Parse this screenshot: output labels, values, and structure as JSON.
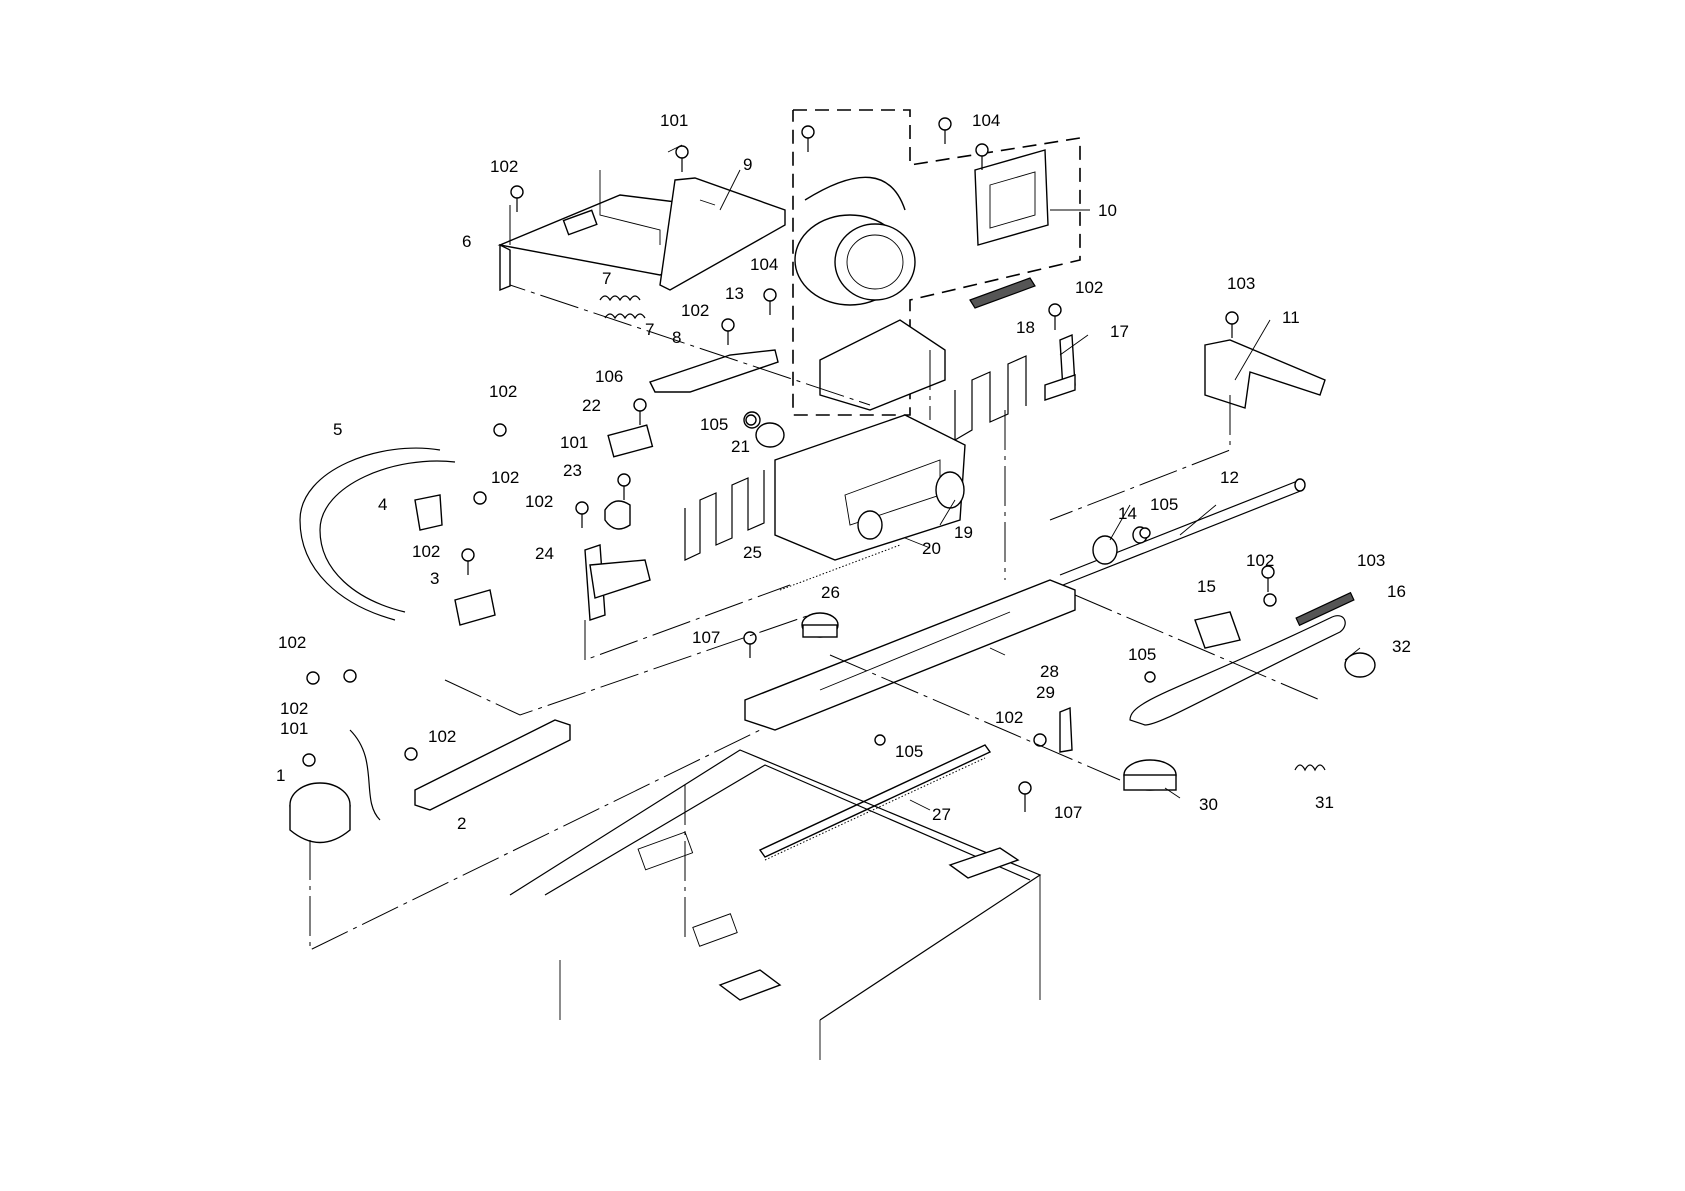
{
  "diagram": {
    "callouts": [
      {
        "id": "c101a",
        "text": "101"
      },
      {
        "id": "c9",
        "text": "9"
      },
      {
        "id": "c102a",
        "text": "102"
      },
      {
        "id": "c6",
        "text": "6"
      },
      {
        "id": "c7a",
        "text": "7"
      },
      {
        "id": "c7b",
        "text": "7"
      },
      {
        "id": "c104a",
        "text": "104"
      },
      {
        "id": "c104b",
        "text": "104"
      },
      {
        "id": "c10",
        "text": "10"
      },
      {
        "id": "c13",
        "text": "13"
      },
      {
        "id": "c102b",
        "text": "102"
      },
      {
        "id": "c8",
        "text": "8"
      },
      {
        "id": "c102c",
        "text": "102"
      },
      {
        "id": "c18",
        "text": "18"
      },
      {
        "id": "c17",
        "text": "17"
      },
      {
        "id": "c103a",
        "text": "103"
      },
      {
        "id": "c11",
        "text": "11"
      },
      {
        "id": "c106",
        "text": "106"
      },
      {
        "id": "c22",
        "text": "22"
      },
      {
        "id": "c105a",
        "text": "105"
      },
      {
        "id": "c21",
        "text": "21"
      },
      {
        "id": "c102d",
        "text": "102"
      },
      {
        "id": "c5",
        "text": "5"
      },
      {
        "id": "c102e",
        "text": "102"
      },
      {
        "id": "c4",
        "text": "4"
      },
      {
        "id": "c101b",
        "text": "101"
      },
      {
        "id": "c23",
        "text": "23"
      },
      {
        "id": "c102f",
        "text": "102"
      },
      {
        "id": "c19",
        "text": "19"
      },
      {
        "id": "c12",
        "text": "12"
      },
      {
        "id": "c14",
        "text": "14"
      },
      {
        "id": "c105b",
        "text": "105"
      },
      {
        "id": "c25",
        "text": "25"
      },
      {
        "id": "c20",
        "text": "20"
      },
      {
        "id": "c24",
        "text": "24"
      },
      {
        "id": "c102g",
        "text": "102"
      },
      {
        "id": "c3",
        "text": "3"
      },
      {
        "id": "c102h",
        "text": "102"
      },
      {
        "id": "c103b",
        "text": "103"
      },
      {
        "id": "c16",
        "text": "16"
      },
      {
        "id": "c15",
        "text": "15"
      },
      {
        "id": "c26",
        "text": "26"
      },
      {
        "id": "c32",
        "text": "32"
      },
      {
        "id": "c102i",
        "text": "102"
      },
      {
        "id": "c107a",
        "text": "107"
      },
      {
        "id": "c28",
        "text": "28"
      },
      {
        "id": "c105c",
        "text": "105"
      },
      {
        "id": "c29",
        "text": "29"
      },
      {
        "id": "c102j",
        "text": "102"
      },
      {
        "id": "c102k",
        "text": "102"
      },
      {
        "id": "c102l",
        "text": "102"
      },
      {
        "id": "c101c",
        "text": "101"
      },
      {
        "id": "c105d",
        "text": "105"
      },
      {
        "id": "c1",
        "text": "1"
      },
      {
        "id": "c2",
        "text": "2"
      },
      {
        "id": "c27",
        "text": "27"
      },
      {
        "id": "c107b",
        "text": "107"
      },
      {
        "id": "c30",
        "text": "30"
      },
      {
        "id": "c31",
        "text": "31"
      }
    ]
  }
}
